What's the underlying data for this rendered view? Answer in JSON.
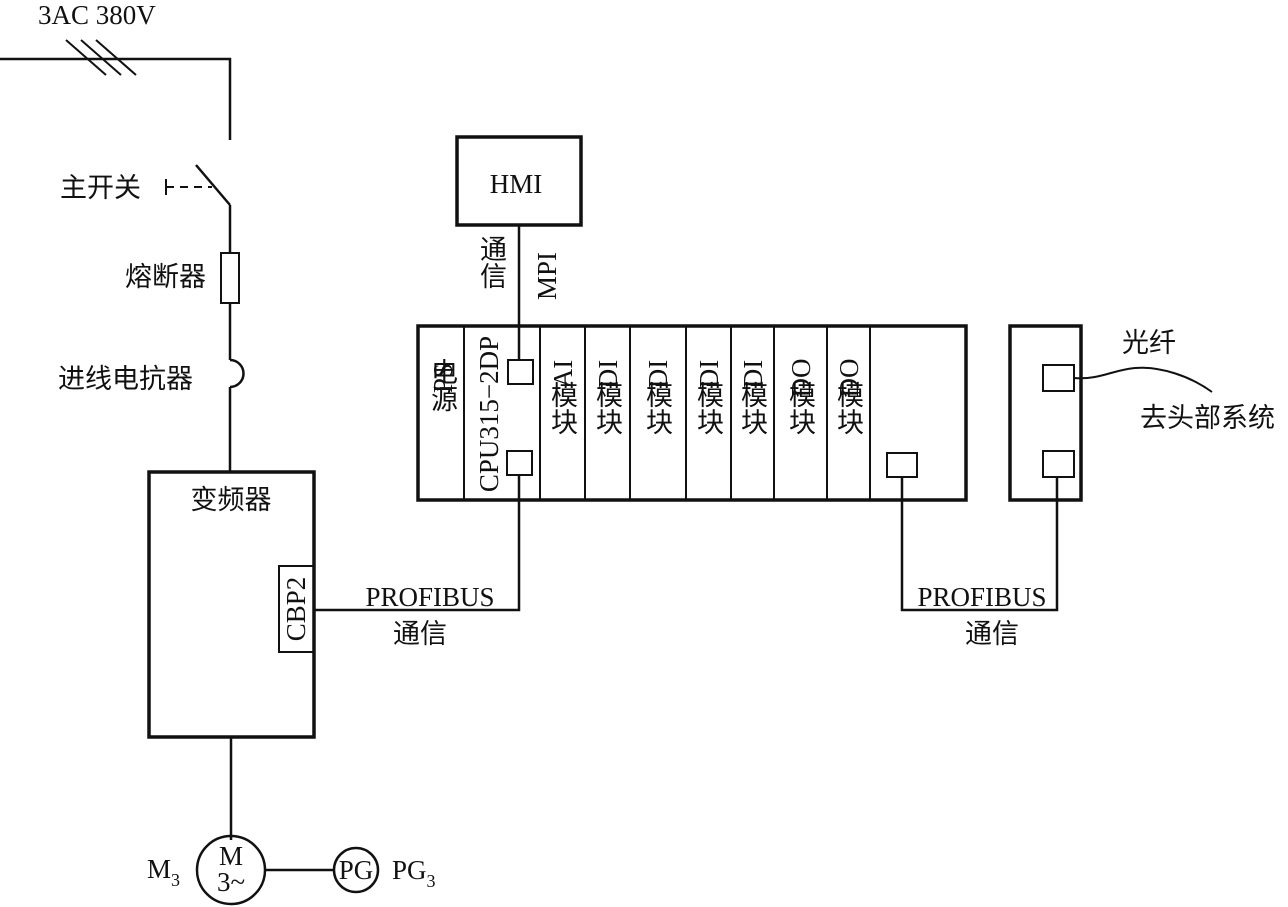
{
  "supply_label": "3AC 380V",
  "main_switch_label": "主开关",
  "fuse_label": "熔断器",
  "reactor_label": "进线电抗器",
  "inverter": {
    "title": "变频器",
    "comm_card": "CBP2"
  },
  "motor": {
    "label_main": "M",
    "label_sub": "3",
    "symbol_top": "M",
    "symbol_bottom": "3~"
  },
  "encoder": {
    "symbol": "PG",
    "label_main": "PG",
    "label_sub": "3"
  },
  "hmi": {
    "title": "HMI",
    "link_left": "通信",
    "link_right": "MPI"
  },
  "plc_rack": {
    "modules": [
      {
        "line1": "电源",
        "line2": "PS"
      },
      {
        "line1": "CPU315−2DP"
      },
      {
        "line1": "AI",
        "line2": "模块"
      },
      {
        "line1": "DI",
        "line2": "模块"
      },
      {
        "line1": "DI",
        "line2": "模块"
      },
      {
        "line1": "DI",
        "line2": "模块"
      },
      {
        "line1": "DI",
        "line2": "模块"
      },
      {
        "line1": "DO",
        "line2": "模块"
      },
      {
        "line1": "DO",
        "line2": "模块"
      }
    ]
  },
  "profibus_links": [
    {
      "line1": "PROFIBUS",
      "line2": "通信"
    },
    {
      "line1": "PROFIBUS",
      "line2": "通信"
    }
  ],
  "fiber": {
    "label": "光纤",
    "destination": "去头部系统"
  }
}
